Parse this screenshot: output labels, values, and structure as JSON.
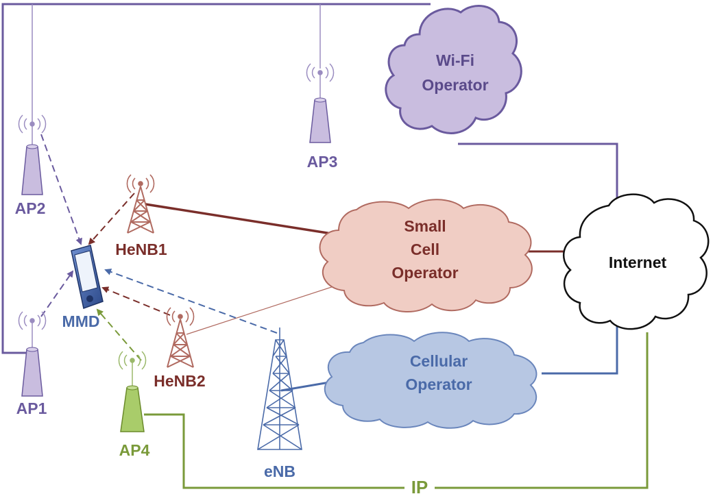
{
  "clouds": {
    "wifi": {
      "line1": "Wi-Fi",
      "line2": "Operator"
    },
    "small_cell": {
      "line1": "Small",
      "line2": "Cell",
      "line3": "Operator"
    },
    "cellular": {
      "line1": "Cellular",
      "line2": "Operator"
    },
    "internet": {
      "line1": "Internet"
    }
  },
  "nodes": {
    "ap1": "AP1",
    "ap2": "AP2",
    "ap3": "AP3",
    "ap4": "AP4",
    "henb1": "HeNB1",
    "henb2": "HeNB2",
    "enb": "eNB",
    "mmd": "MMD"
  },
  "links": {
    "ip": "IP"
  },
  "colors": {
    "wifi": "#6a5a9e",
    "wifi_fill": "#c9bddf",
    "small_cell": "#7a2e2a",
    "small_cell_fill": "#f0cdc4",
    "cellular": "#4a6aa8",
    "cellular_fill": "#b7c7e3",
    "ip": "#7a9a3a",
    "ap4_fill": "#a9cc6a",
    "internet_fill": "#ffffff"
  }
}
